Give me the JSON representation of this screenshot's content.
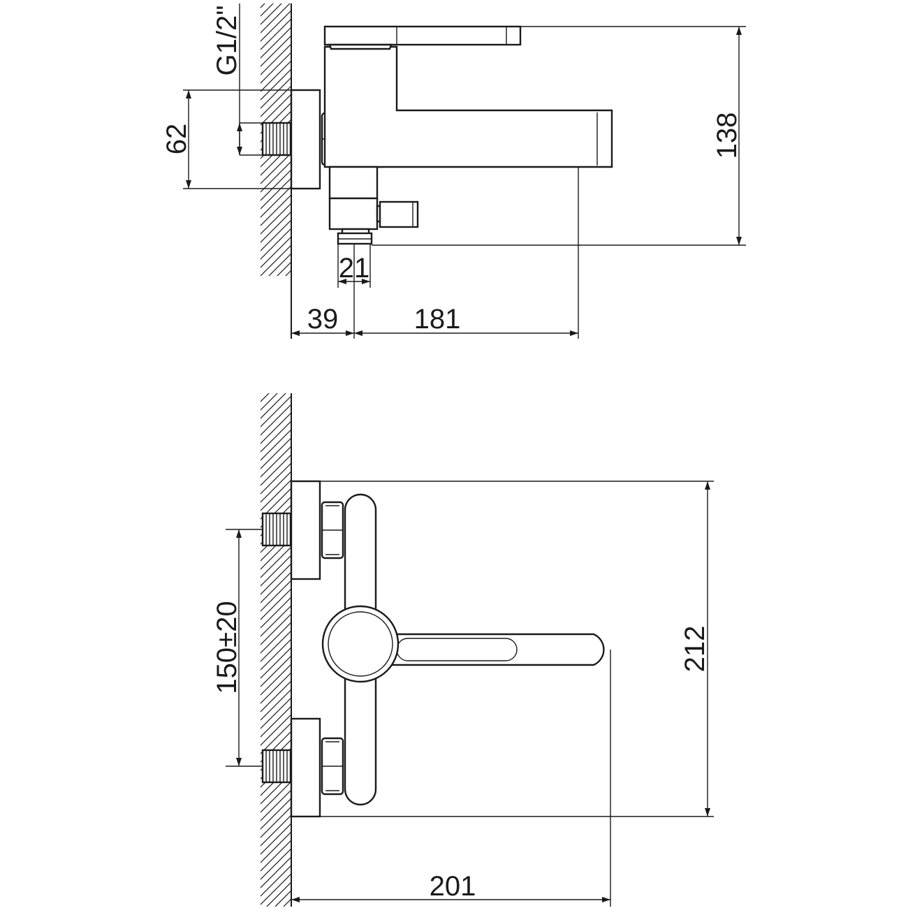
{
  "drawing": {
    "side_view": {
      "dims": {
        "thread": "G1/2\"",
        "height_62": "62",
        "height_138": "138",
        "outlet_21": "21",
        "offset_39": "39",
        "length_181": "181"
      }
    },
    "top_view": {
      "dims": {
        "spacing": "150±20",
        "height_212": "212",
        "length_201": "201"
      }
    }
  }
}
